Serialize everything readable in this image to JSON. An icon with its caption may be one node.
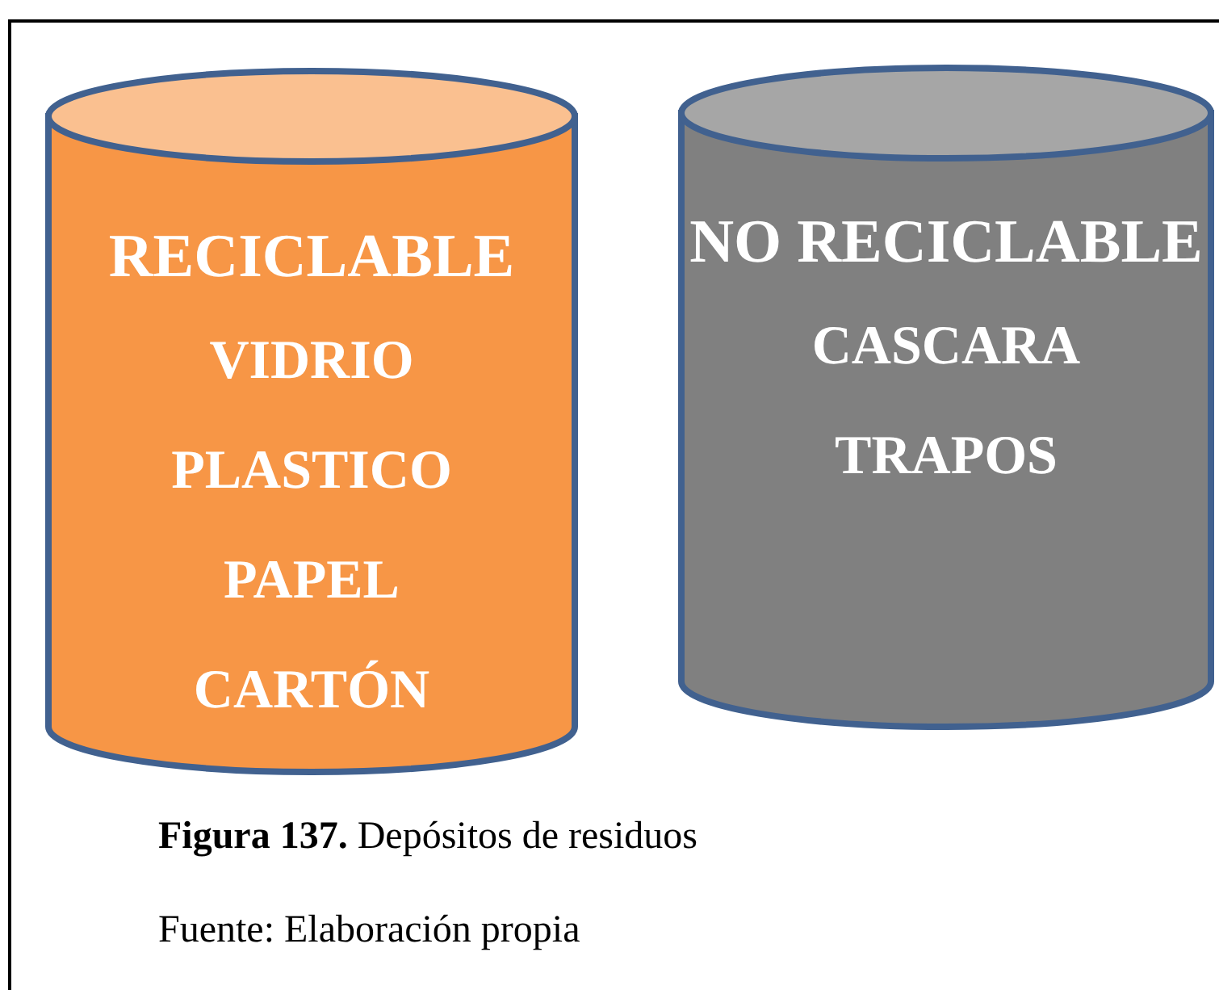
{
  "diagram": {
    "caption": "**Figura 137.** Depósitos de residuos",
    "nodes": [
      {
        "text": [
          "RECICLABLE",
          "VIDRIO",
          "PLASTICO",
          "PAPEL",
          "CARTÓN"
        ]
      },
      {
        "text": [
          "NO RECICLABLE",
          "CASCARA",
          "TRAPOS"
        ]
      }
    ],
    "labels": [
      "Fuente: Elaboración propia"
    ]
  }
}
